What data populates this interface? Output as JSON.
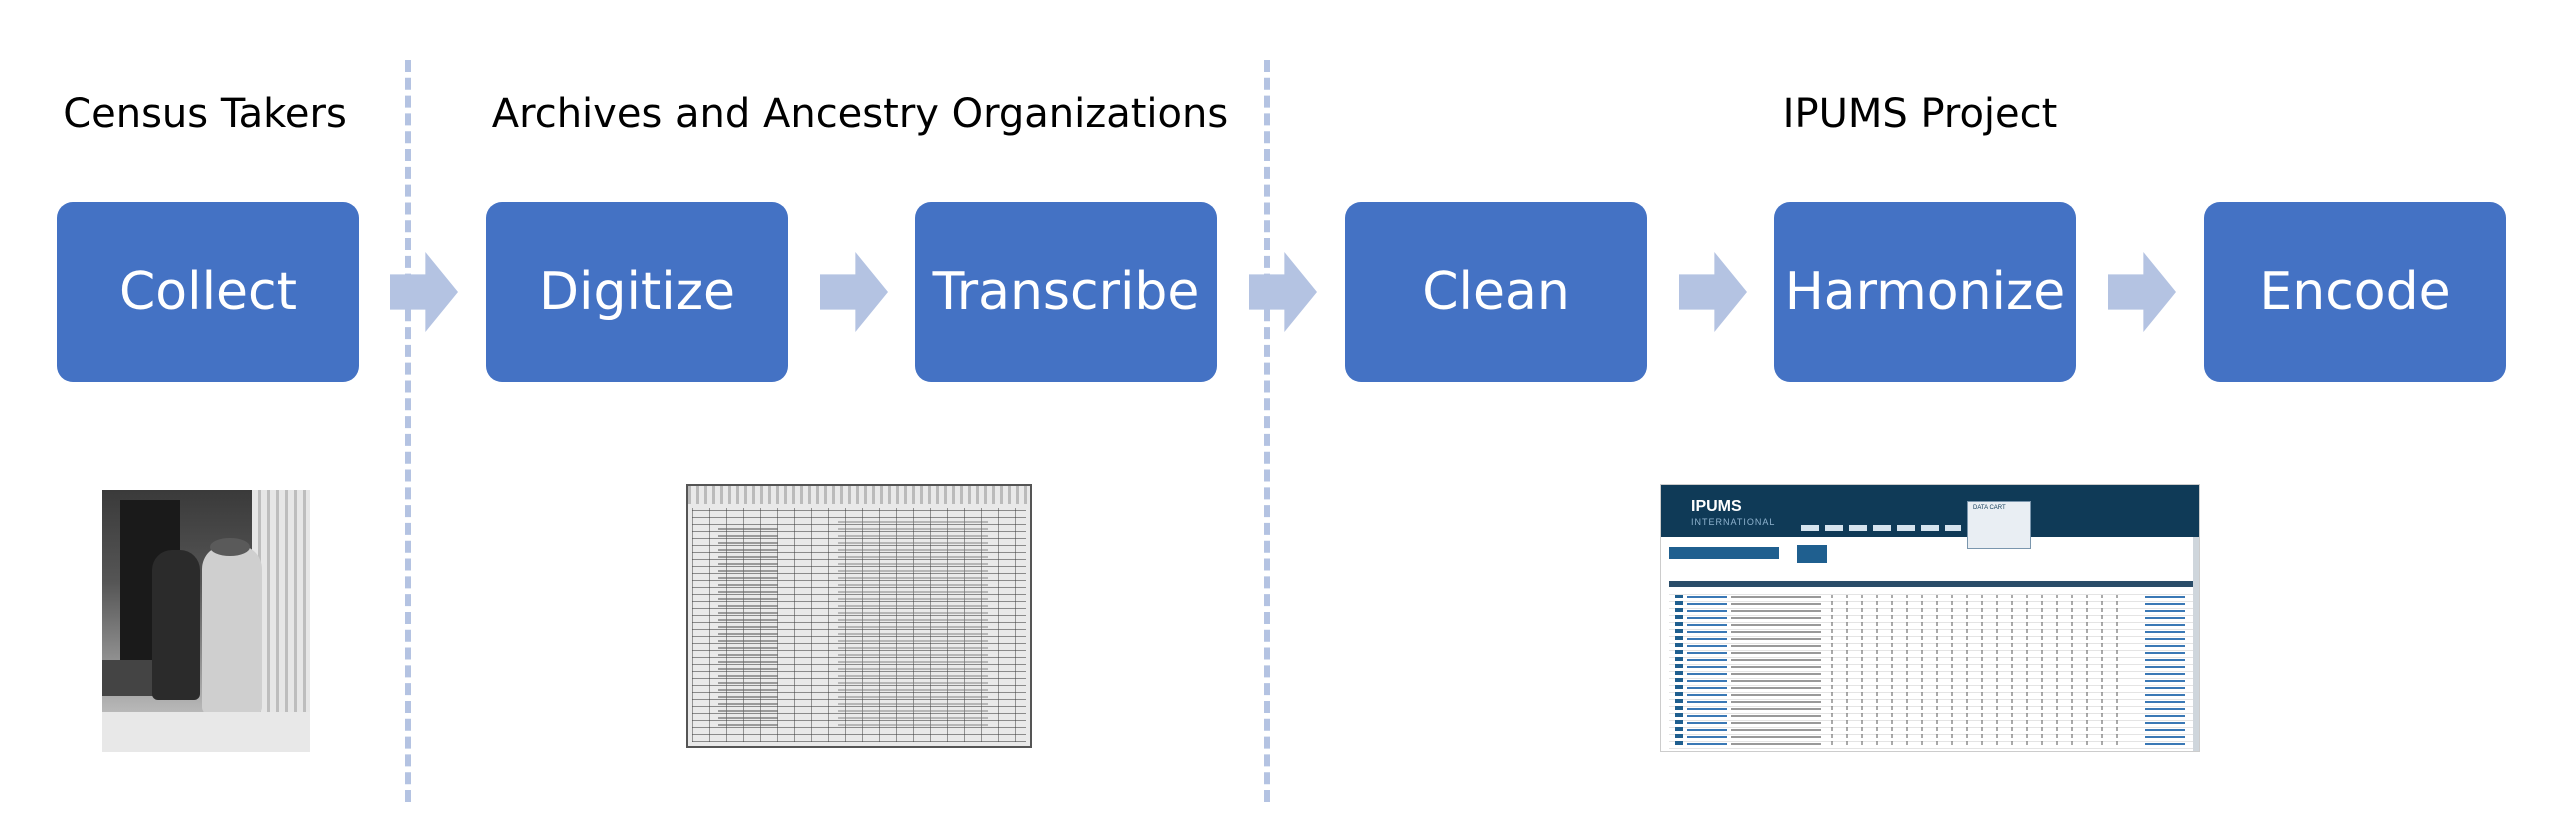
{
  "sections": [
    {
      "label": "Census Takers"
    },
    {
      "label": "Archives and Ancestry Organizations"
    },
    {
      "label": "IPUMS Project"
    }
  ],
  "steps": [
    {
      "label": "Collect"
    },
    {
      "label": "Digitize"
    },
    {
      "label": "Transcribe"
    },
    {
      "label": "Clean"
    },
    {
      "label": "Harmonize"
    },
    {
      "label": "Encode"
    }
  ],
  "images": {
    "ipums_screenshot": {
      "brand_main": "IPUMS",
      "brand_sub": "INTERNATIONAL",
      "cart_label": "DATA CART"
    }
  },
  "colors": {
    "step_fill": "#4472c4",
    "arrow_fill": "#b4c3e2",
    "divider": "#b4c3e2"
  },
  "icons": [
    "right-arrow-icon"
  ]
}
